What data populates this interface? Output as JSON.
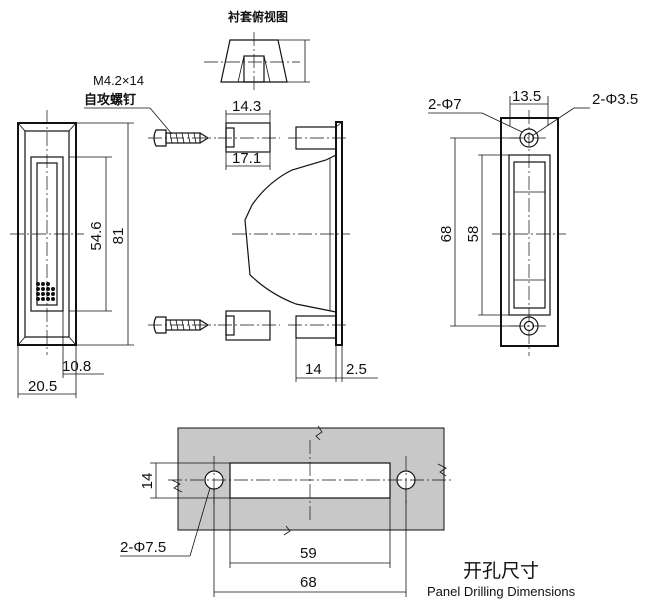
{
  "labels": {
    "bushing_top_view": "衬套俯视图",
    "screw_spec": "M4.2×14",
    "screw_name": "自攻螺钉",
    "front_height_outer": "81",
    "front_height_inner": "54.6",
    "front_width_inner": "10.8",
    "front_width_outer": "20.5",
    "bushing_len_1": "14.3",
    "bushing_len_2": "17.1",
    "side_depth": "14",
    "side_flange": "2.5",
    "hole_large": "2-Φ7",
    "hole_small": "2-Φ3.5",
    "back_width": "13.5",
    "back_pitch_outer": "68",
    "back_pitch_inner": "58",
    "panel_height": "14",
    "panel_hole": "2-Φ7.5",
    "panel_slot_len": "59",
    "panel_pitch": "68",
    "caption_cn": "开孔尺寸",
    "caption_en": "Panel Drilling Dimensions"
  },
  "colors": {
    "line": "#111111",
    "panel_fill": "#c8c8c8",
    "cutout_fill": "#ffffff"
  }
}
